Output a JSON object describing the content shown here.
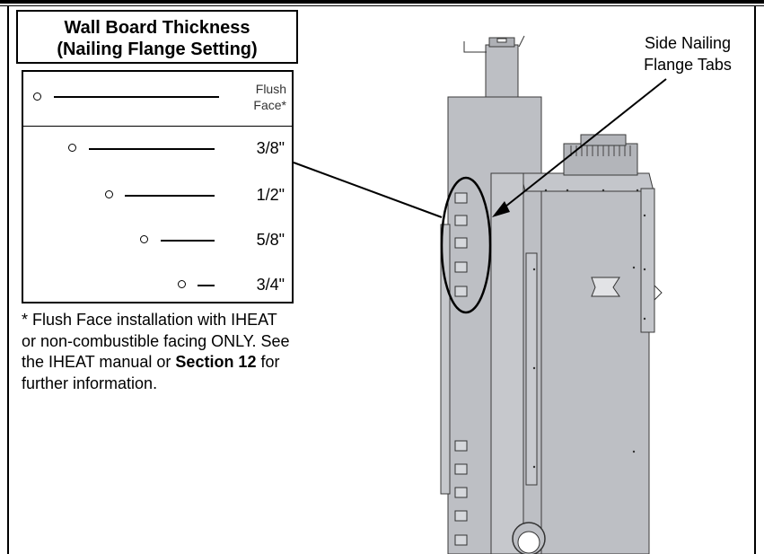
{
  "title": {
    "line1": "Wall Board Thickness",
    "line2": "(Nailing Flange Setting)"
  },
  "settings": [
    {
      "label_line1": "Flush",
      "label_line2": "Face*"
    },
    {
      "label": "3/8\""
    },
    {
      "label": "1/2\""
    },
    {
      "label": "5/8\""
    },
    {
      "label": "3/4\""
    }
  ],
  "note": {
    "text_before": "* Flush Face installation with IHEAT or non-combustible facing ONLY. See the IHEAT manual or ",
    "bold": "Section 12",
    "text_after": " for further information."
  },
  "callout": {
    "line1": "Side Nailing",
    "line2": "Flange Tabs"
  },
  "colors": {
    "unit_fill": "#bdbfc4",
    "unit_stroke": "#3a3a3a"
  }
}
